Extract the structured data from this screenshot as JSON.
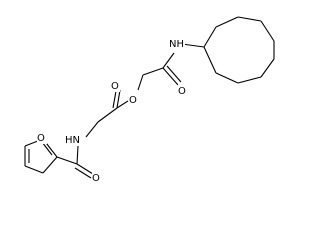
{
  "molecule": {
    "atoms": {
      "nh_cyclooctyl": "NH",
      "amide_o_upper": "O",
      "ester_o_single": "O",
      "ester_o_carbonyl": "O",
      "nh_glycine": "HN",
      "furan_o": "O",
      "amide_o_lower": "O"
    }
  }
}
